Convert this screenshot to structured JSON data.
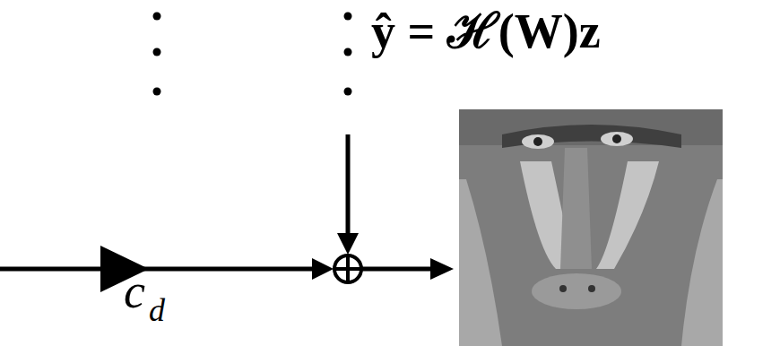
{
  "diagram": {
    "labels": [
      "ŷ = ℋ(W)z",
      "c",
      "d"
    ]
  }
}
